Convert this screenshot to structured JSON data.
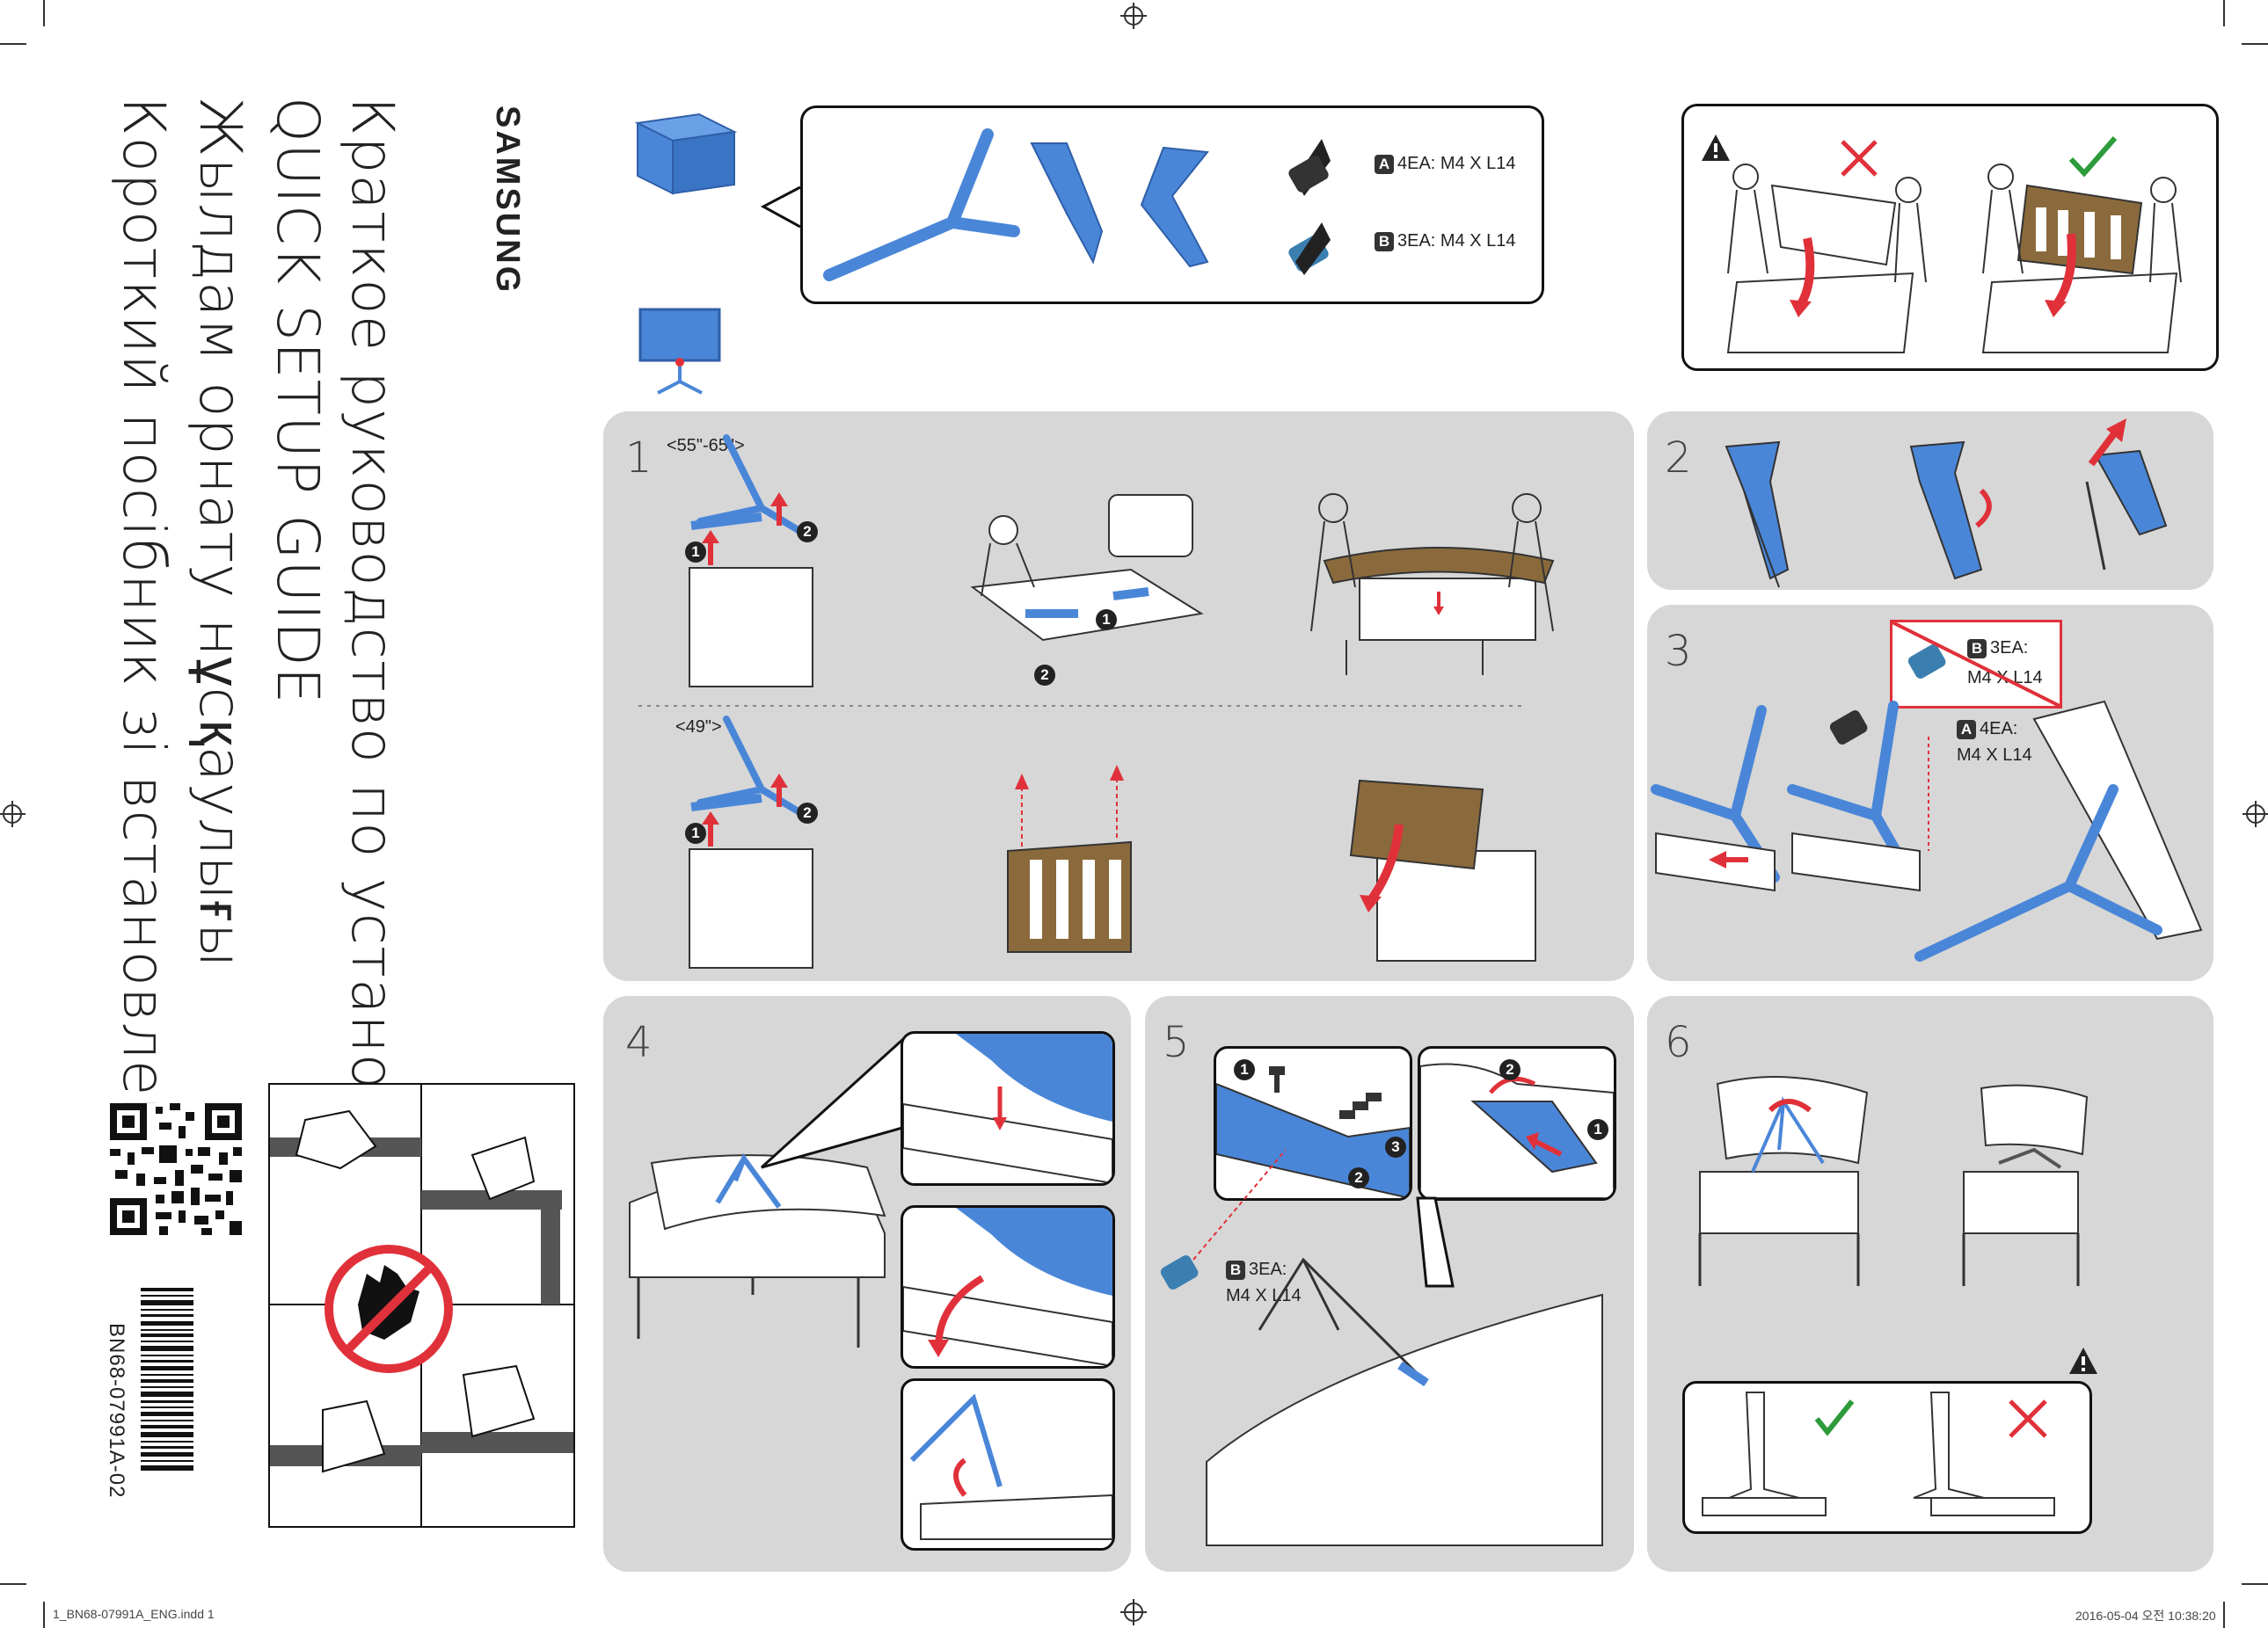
{
  "titles": {
    "brand": "SAMSUNG",
    "ru": "Краткое руководство по установке",
    "en": "QUICK SETUP GUIDE",
    "kz": "Жылдам орнату нұсқаулығы",
    "ua": "Короткий посібник зі встановлення"
  },
  "parts": {
    "screw_a": "4EA: M4 X L14",
    "screw_b": "3EA: M4 X L14",
    "badge_a": "A",
    "badge_b": "B"
  },
  "steps": {
    "s1": "1",
    "s2": "2",
    "s3": "3",
    "s4": "4",
    "s5": "5",
    "s6": "6",
    "size_large": "<55\"-65\">",
    "size_small": "<49\">"
  },
  "step3": {
    "b_qty": "3EA:",
    "b_size": "M4 X L14",
    "a_qty": "4EA:",
    "a_size": "M4 X L14"
  },
  "step5": {
    "b_qty": "3EA:",
    "b_size": "M4 X L14"
  },
  "markers": {
    "n1": "1",
    "n2": "2",
    "n3": "3"
  },
  "footer": {
    "part_code": "BN68-07991A-02",
    "file": "1_BN68-07991A_ENG.indd   1",
    "timestamp": "2016-05-04   오전 10:38:20"
  },
  "colors": {
    "blue": "#4a86d8",
    "panel": "#d7d7d7",
    "red": "#e0313a",
    "green": "#2e9b3c",
    "brown": "#8a6a3c"
  }
}
